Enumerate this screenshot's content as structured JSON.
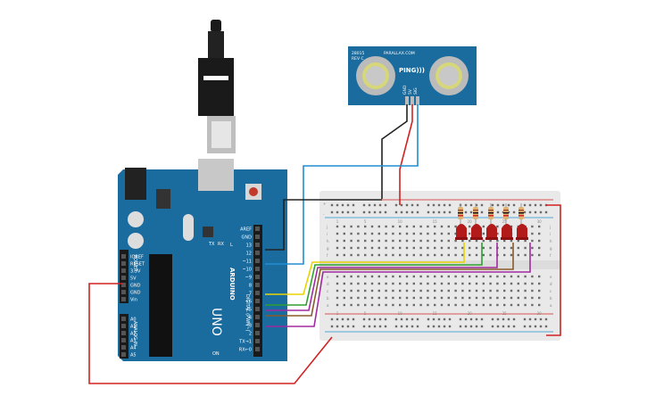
{
  "board": {
    "logo": "ARDUINO",
    "model": "UNO",
    "header_digital_label": "DIGITAL (PWM~)",
    "power_label": "POWER",
    "analog_label": "ANALOG IN",
    "l_label": "L",
    "tx_label": "TX",
    "rx_label": "RX",
    "on_label": "ON",
    "power_pins": [
      "IOREF",
      "RESET",
      "3.3V",
      "5V",
      "GND",
      "GND",
      "Vin"
    ],
    "analog_pins": [
      "A0",
      "A1",
      "A2",
      "A3",
      "A4",
      "A5"
    ],
    "digital_pins": [
      "AREF",
      "GND",
      "13",
      "12",
      "~11",
      "~10",
      "~9",
      "8",
      "7",
      "~6",
      "~5",
      "4",
      "~3",
      "2",
      "TX→1",
      "RX←0"
    ]
  },
  "sensor": {
    "brand": "PARALLAX.COM",
    "model": "PING)))",
    "code": "28015",
    "rev": "REV C",
    "pins": [
      "GND",
      "5V",
      "SIG"
    ]
  },
  "breadboard": {
    "rows_top": [
      "j",
      "i",
      "h",
      "g",
      "f"
    ],
    "rows_bottom": [
      "e",
      "d",
      "c",
      "b",
      "a"
    ],
    "columns": [
      "1",
      "5",
      "10",
      "15",
      "20",
      "25",
      "30"
    ],
    "rail_plus": "+",
    "rail_minus": "-"
  },
  "wire_colors": {
    "black": "#222222",
    "red": "#d22222",
    "blue": "#1f8fd0",
    "yellow": "#e8d400",
    "green": "#2ea02e",
    "brown": "#8a5a2b",
    "purple": "#a02aa0"
  },
  "led_count": 5
}
